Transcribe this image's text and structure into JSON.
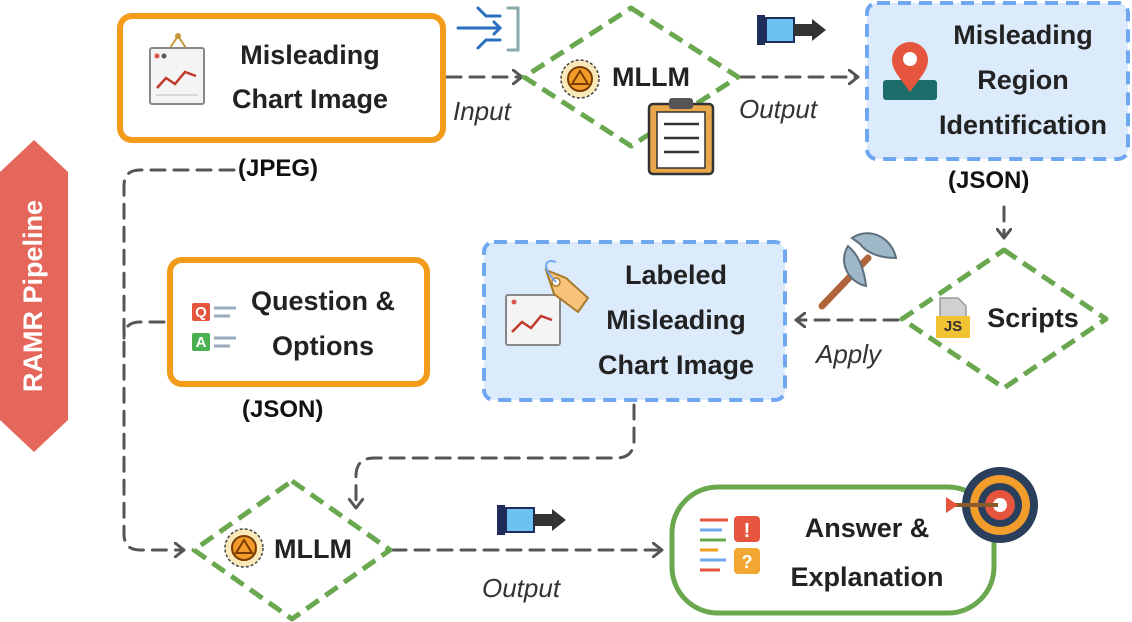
{
  "pipeline": {
    "label": "RAMR Pipeline",
    "color": "#e5675b"
  },
  "nodes": {
    "chart_image": {
      "line1": "Misleading",
      "line2": "Chart Image",
      "format": "(JPEG)"
    },
    "mllm_top": {
      "label": "MLLM"
    },
    "region": {
      "line1": "Misleading",
      "line2": "Region",
      "line3": "Identification",
      "format": "(JSON)"
    },
    "scripts": {
      "label": "Scripts",
      "icon_text": "JS"
    },
    "labeled": {
      "line1": "Labeled",
      "line2": "Misleading",
      "line3": "Chart Image"
    },
    "question": {
      "line1": "Question &",
      "line2": "Options",
      "format": "(JSON)",
      "q_letter": "Q",
      "a_letter": "A"
    },
    "mllm_bottom": {
      "label": "MLLM"
    },
    "answer": {
      "line1": "Answer &",
      "line2": "Explanation"
    }
  },
  "edges": {
    "input": "Input",
    "output_top": "Output",
    "apply": "Apply",
    "output_bottom": "Output"
  },
  "colors": {
    "orange": "#f39c1c",
    "green": "#6aa84f",
    "blue_dash": "#6fa8f0",
    "blue_fill": "#dcebfb",
    "arrow": "#555555"
  }
}
